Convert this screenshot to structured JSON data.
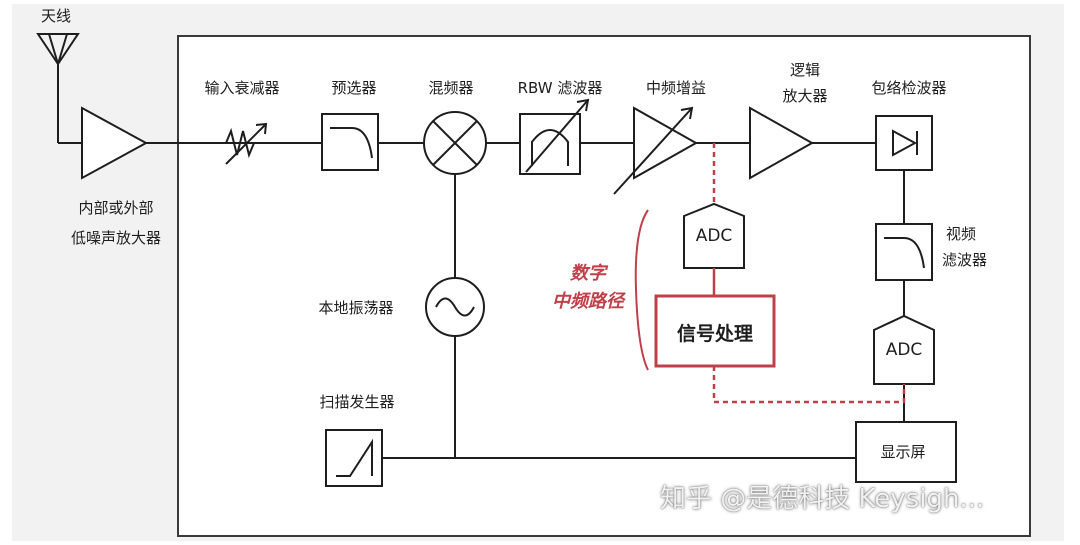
{
  "diagram": {
    "colors": {
      "line": "#1e1e1e",
      "box_border": "#3a3a3a",
      "block_fill": "#f0f0f0",
      "digital_path": "#c0404a",
      "page_bg": "#ffffff"
    },
    "labels": {
      "antenna": "天线",
      "lna_line1": "内部或外部",
      "lna_line2": "低噪声放大器",
      "input_attenuator": "输入衰减器",
      "preselector": "预选器",
      "mixer": "混频器",
      "rbw_filter": "RBW 滤波器",
      "if_gain": "中频增益",
      "log_amp_line1": "逻辑",
      "log_amp_line2": "放大器",
      "envelope_detector": "包络检波器",
      "video_filter_line1": "视频",
      "video_filter_line2": "滤波器",
      "local_oscillator": "本地振荡器",
      "sweep_generator": "扫描发生器",
      "digital_if_line1": "数字",
      "digital_if_line2": "中频路径",
      "adc_digital": "ADC",
      "signal_processing": "信号处理",
      "adc_video": "ADC",
      "display": "显示屏"
    },
    "watermark": "知乎 @是德科技 Keysigh..."
  }
}
